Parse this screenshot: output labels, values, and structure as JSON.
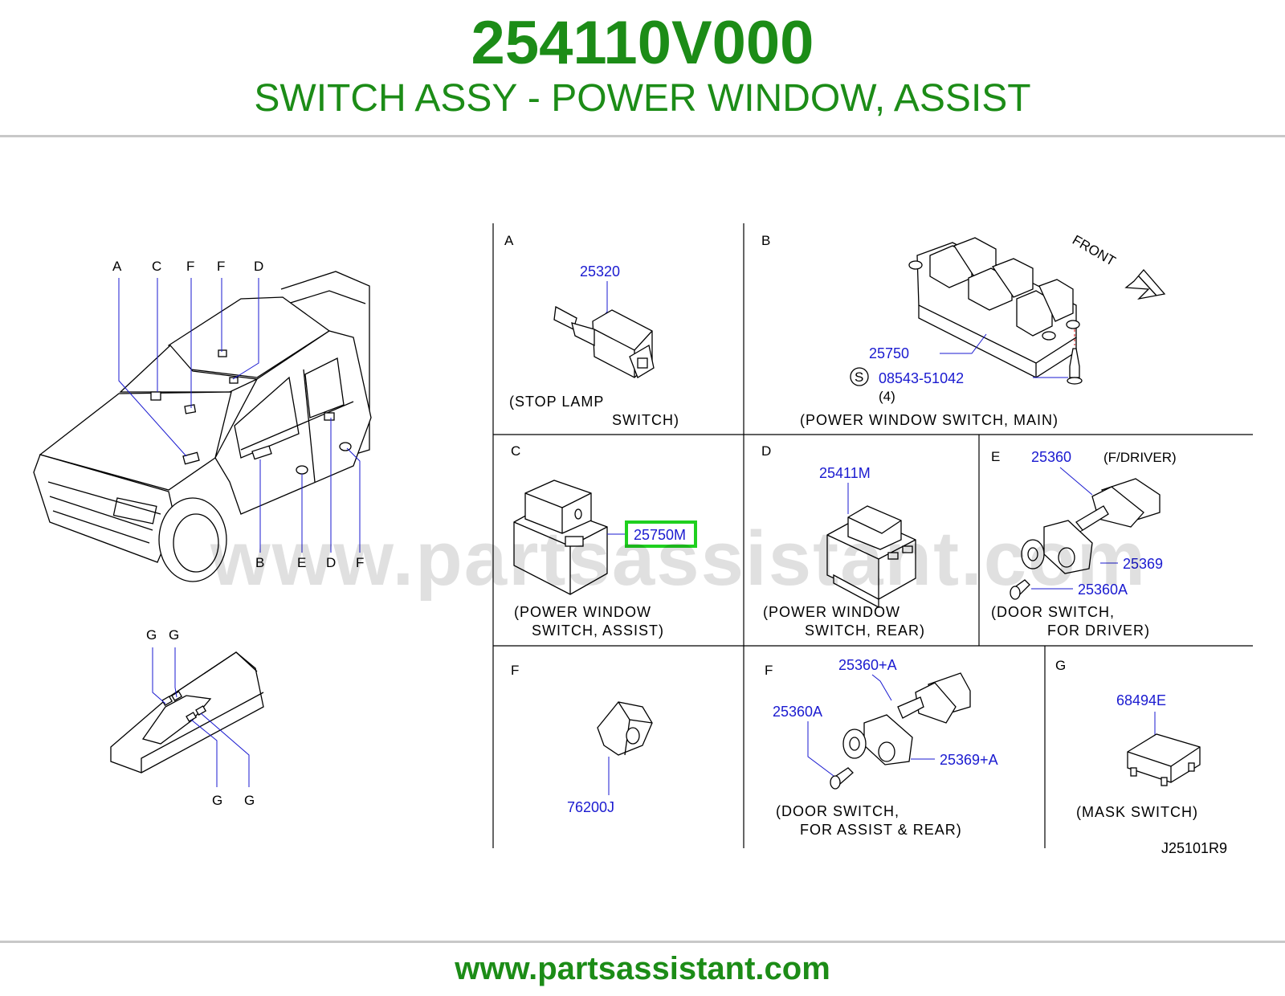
{
  "header": {
    "part_number": "254110V000",
    "part_title": "SWITCH ASSY - POWER WINDOW, ASSIST"
  },
  "overview": {
    "top_letters": [
      "A",
      "C",
      "F",
      "F",
      "D"
    ],
    "bottom_letters": [
      "B",
      "E",
      "D",
      "F"
    ],
    "console_top_letters": [
      "G",
      "G"
    ],
    "console_bottom_letters": [
      "G",
      "G"
    ]
  },
  "panels": {
    "a": {
      "letter": "A",
      "part": "25320",
      "caption_1": "(STOP  LAMP",
      "caption_2": "SWITCH)"
    },
    "b": {
      "letter": "B",
      "part": "25750",
      "screw_symbol": "S",
      "screw_part": "08543-51042",
      "screw_qty": "(4)",
      "front_label": "FRONT",
      "caption": "(POWER  WINDOW  SWITCH,  MAIN)"
    },
    "c": {
      "letter": "C",
      "part": "25750M",
      "caption_1": "(POWER  WINDOW",
      "caption_2": "SWITCH,  ASSIST)",
      "highlight_color": "#1fd01f"
    },
    "d": {
      "letter": "D",
      "part": "25411M",
      "caption_1": "(POWER  WINDOW",
      "caption_2": "SWITCH,  REAR)"
    },
    "e": {
      "letter": "E",
      "part_1": "25360",
      "part_1_note": "(F/DRIVER)",
      "part_2": "25369",
      "part_3": "25360A",
      "caption_1": "(DOOR  SWITCH,",
      "caption_2": "FOR  DRIVER)"
    },
    "f1": {
      "letter": "F",
      "part": "76200J"
    },
    "f2": {
      "letter": "F",
      "part_1": "25360+A",
      "part_2": "25360A",
      "part_3": "25369+A",
      "caption_1": "(DOOR  SWITCH,",
      "caption_2": "FOR  ASSIST  &  REAR)"
    },
    "g": {
      "letter": "G",
      "part": "68494E",
      "caption": "(MASK  SWITCH)"
    }
  },
  "diagram_code": "J25101R9",
  "watermark": "www.partsassistant.com",
  "footer": {
    "url": "www.partsassistant.com"
  },
  "colors": {
    "brand_green": "#1c8c17",
    "part_blue": "#1a1ad0",
    "highlight_green": "#1fd01f"
  }
}
